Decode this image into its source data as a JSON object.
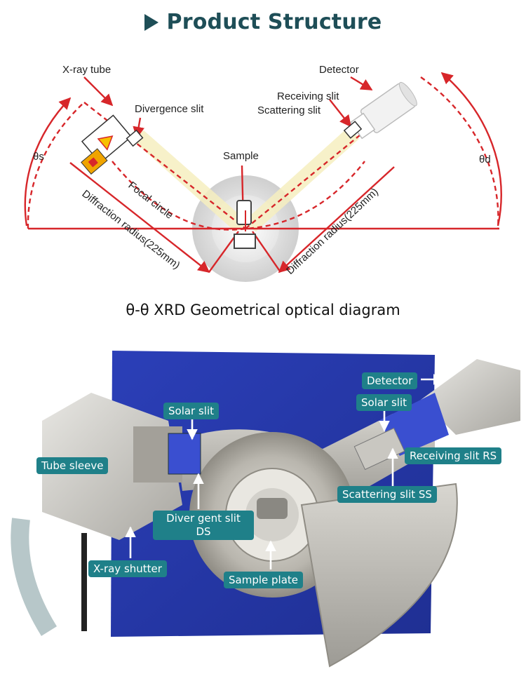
{
  "header": {
    "title": "Product Structure"
  },
  "diagram": {
    "labels": {
      "xray_tube": "X-ray tube",
      "divergence_slit": "Divergence slit",
      "sample": "Sample",
      "detector": "Detector",
      "receiving_slit": "Receiving slit",
      "scattering_slit": "Scattering slit",
      "theta_s": "θs",
      "theta_d": "θd",
      "focal_circle": "Focal circle",
      "radius_left": "Diffraction radius(225mm)",
      "radius_right": "Diffraction radius(225mm)"
    },
    "subtitle": "θ-θ XRD Geometrical optical diagram"
  },
  "photo": {
    "callouts": {
      "tube_sleeve": "Tube sleeve",
      "solar_slit_left": "Solar slit",
      "divergent_slit_line1": "Diver gent slit",
      "divergent_slit_line2": "DS",
      "xray_shutter": "X-ray shutter",
      "sample_plate": "Sample plate",
      "detector": "Detector",
      "solar_slit_right": "Solar slit",
      "receiving_slit": "Receiving slit RS",
      "scattering_slit": "Scattering slit SS"
    }
  },
  "colors": {
    "title": "#1e4e57",
    "callout": "#1f8089",
    "red": "#d7262a",
    "panel_blue": "#2a3aa8"
  }
}
